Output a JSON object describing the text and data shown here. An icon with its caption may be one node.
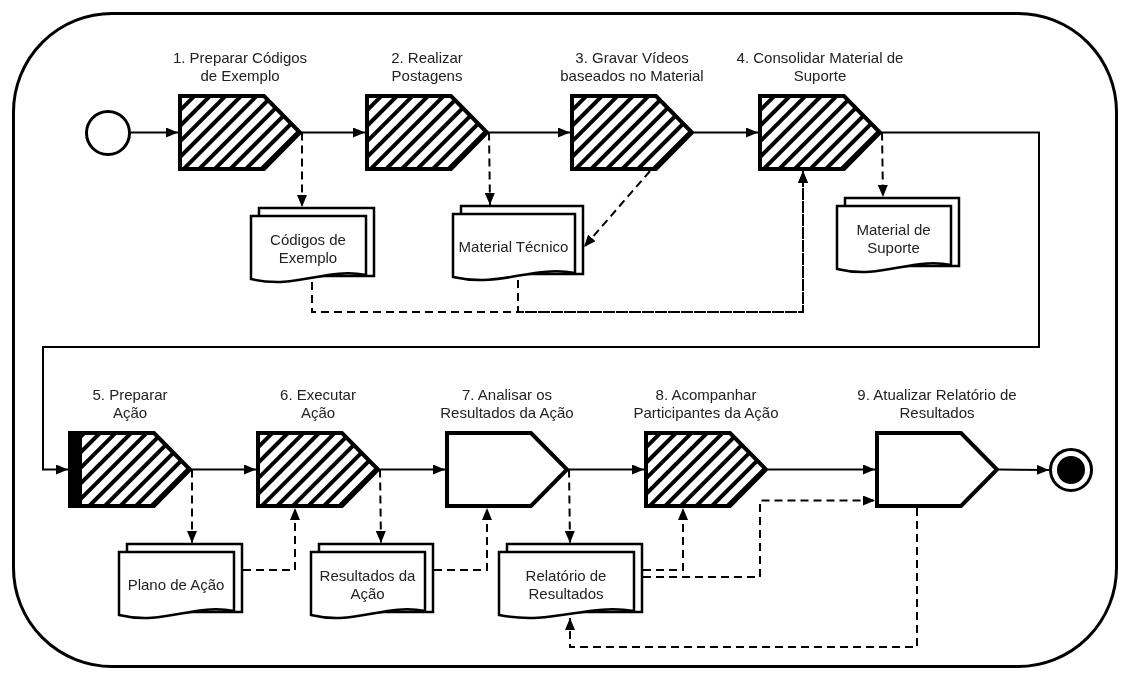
{
  "diagram": {
    "nodes": [
      {
        "text": [],
        "shape": "box"
      },
      {
        "text": [],
        "shape": "circle",
        "in": 0
      },
      {
        "text": [
          "1. Preparar Códigos de Exemplo"
        ],
        "in": 0
      },
      {
        "text": [
          "2. Realizar Postagens"
        ],
        "in": 0
      },
      {
        "text": [
          "3. Gravar Vídeos baseados no Material"
        ],
        "in": 0
      },
      {
        "text": [
          "4. Consolidar Material de Suporte"
        ],
        "in": 0
      },
      {
        "text": [
          "Códigos de Exemplo"
        ],
        "in": 0
      },
      {
        "text": [
          "Material Técnico"
        ],
        "in": 0
      },
      {
        "text": [
          "Material de Suporte"
        ],
        "in": 0
      },
      {
        "text": [
          "5. Preparar Ação"
        ],
        "in": 0
      },
      {
        "text": [
          "6. Executar Ação"
        ],
        "in": 0
      },
      {
        "text": [
          "7. Analisar os Resultados da Ação"
        ],
        "in": 0
      },
      {
        "text": [
          "8. Acompanhar Participantes da Ação"
        ],
        "in": 0
      },
      {
        "text": [
          "9. Atualizar Relatório de Resultados"
        ],
        "in": 0
      },
      {
        "text": [],
        "shape": "circle",
        "in": 0
      },
      {
        "text": [
          "Plano de Ação"
        ],
        "in": 0
      },
      {
        "text": [
          "Resultados da Ação"
        ],
        "in": 0
      },
      {
        "text": [
          "Relatório de Resultados"
        ],
        "in": 0
      }
    ],
    "edges": [
      {
        "from": 1,
        "to": 2,
        "arrow": "to"
      },
      {
        "from": 2,
        "to": 3,
        "arrow": "to"
      },
      {
        "from": 3,
        "to": 4,
        "arrow": "to"
      },
      {
        "from": 4,
        "to": 5,
        "arrow": "to"
      },
      {
        "from": 5,
        "to": 9,
        "arrow": "to"
      },
      {
        "from": 9,
        "to": 10,
        "arrow": "to"
      },
      {
        "from": 10,
        "to": 11,
        "arrow": "to"
      },
      {
        "from": 11,
        "to": 12,
        "arrow": "to"
      },
      {
        "from": 12,
        "to": 13,
        "arrow": "to"
      },
      {
        "from": 13,
        "to": 14,
        "arrow": "to"
      },
      {
        "from": 2,
        "to": 6,
        "arrow": "to",
        "style": "dashed"
      },
      {
        "from": 3,
        "to": 7,
        "arrow": "to",
        "style": "dashed"
      },
      {
        "from": 4,
        "to": 7,
        "arrow": "to",
        "style": "dashed"
      },
      {
        "from": 6,
        "to": 5,
        "arrow": "to",
        "style": "dashed"
      },
      {
        "from": 7,
        "to": 5,
        "arrow": "to",
        "style": "dashed"
      },
      {
        "from": 5,
        "to": 8,
        "arrow": "to",
        "style": "dashed"
      },
      {
        "from": 9,
        "to": 15,
        "arrow": "to",
        "style": "dashed"
      },
      {
        "from": 15,
        "to": 10,
        "arrow": "to",
        "style": "dashed"
      },
      {
        "from": 10,
        "to": 16,
        "arrow": "to",
        "style": "dashed"
      },
      {
        "from": 16,
        "to": 11,
        "arrow": "to",
        "style": "dashed"
      },
      {
        "from": 11,
        "to": 17,
        "arrow": "to",
        "style": "dashed"
      },
      {
        "from": 17,
        "to": 12,
        "arrow": "to",
        "style": "dashed"
      },
      {
        "from": 17,
        "to": 13,
        "arrow": "to",
        "style": "dashed"
      },
      {
        "from": 13,
        "to": 17,
        "arrow": "to",
        "style": "dashed"
      }
    ]
  }
}
